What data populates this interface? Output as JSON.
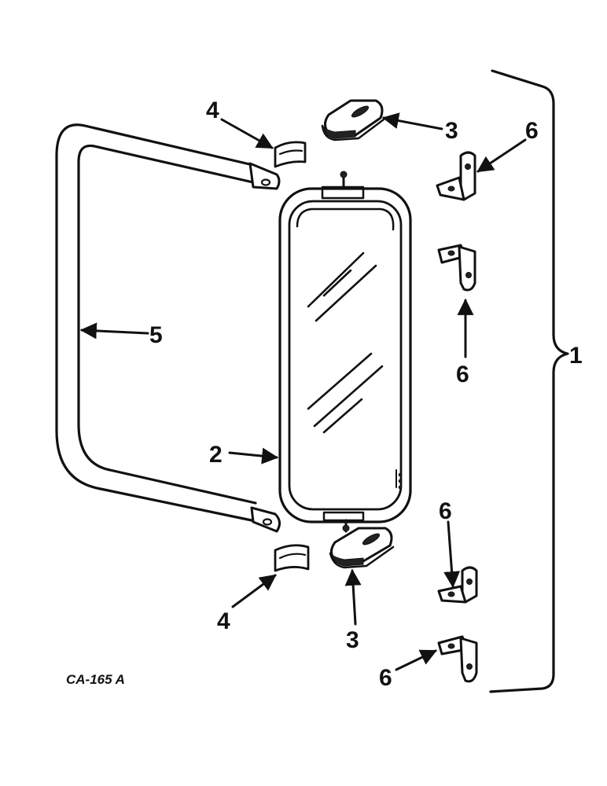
{
  "diagram": {
    "drawing_code": "CA-165 A",
    "callouts": {
      "assembly": "1",
      "mirror_head": "2",
      "clamp_upper": "3",
      "clamp_lower": "3",
      "cap_upper": "4",
      "cap_lower": "4",
      "arm": "5",
      "bracket_1": "6",
      "bracket_2": "6",
      "bracket_3": "6",
      "bracket_4": "6"
    },
    "parts": [
      {
        "name": "mirror-assembly",
        "icon": "brace-icon"
      },
      {
        "name": "mirror-head",
        "icon": "mirror-icon"
      },
      {
        "name": "clamp",
        "icon": "clamp-icon"
      },
      {
        "name": "end-cap",
        "icon": "cap-icon"
      },
      {
        "name": "mirror-arm",
        "icon": "tube-frame-icon"
      },
      {
        "name": "mounting-bracket",
        "icon": "angle-bracket-icon"
      }
    ]
  }
}
